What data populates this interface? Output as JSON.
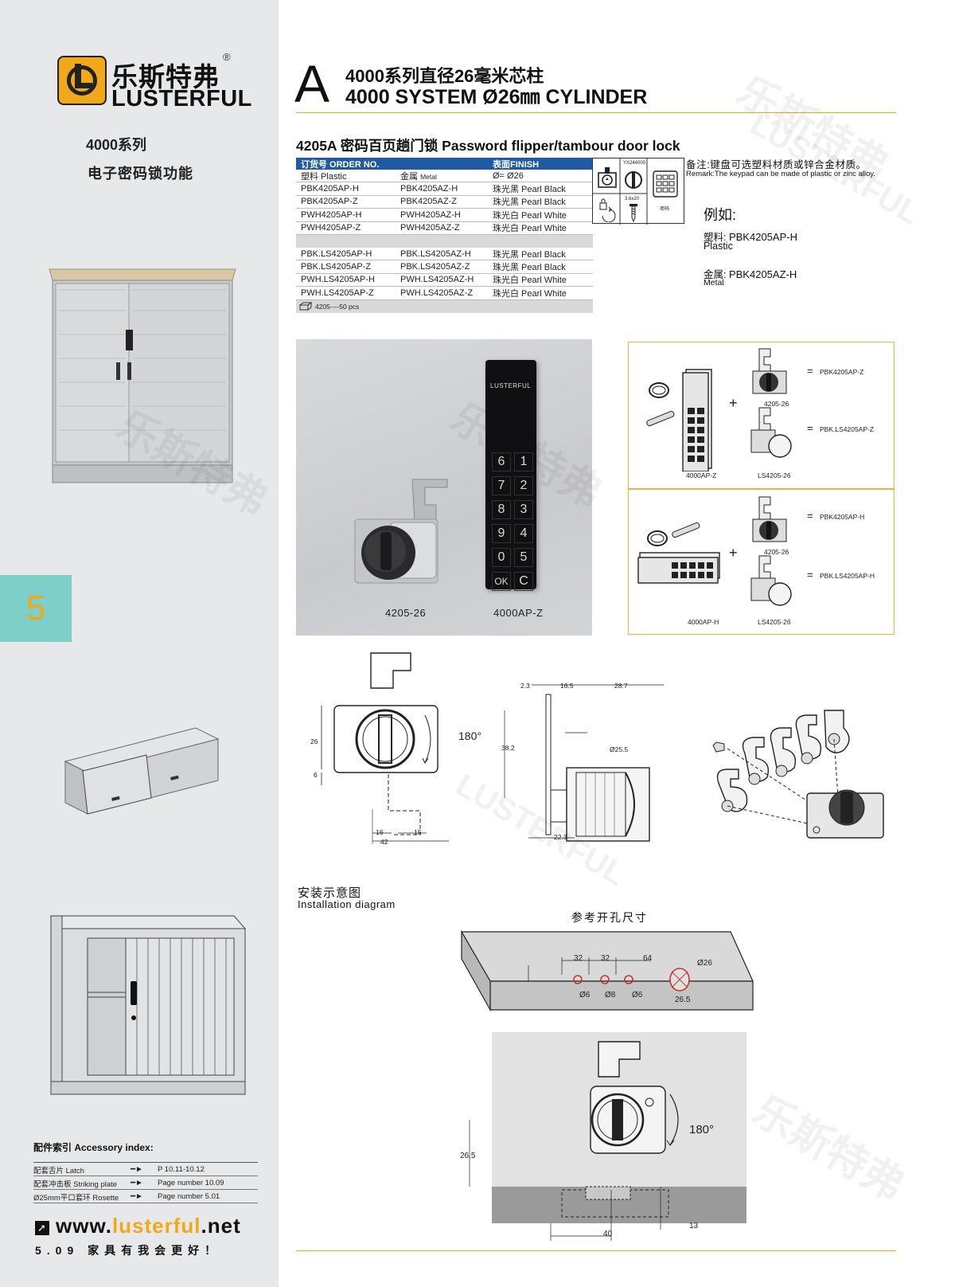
{
  "brand": {
    "name_cn": "乐斯特弗",
    "name_en": "LUSTERFUL",
    "reg": "®"
  },
  "sidebar": {
    "series": "4000系列",
    "feature": "电子密码锁功能",
    "chapter": "5",
    "accessory_title": "配件索引 Accessory index:",
    "accessories": [
      {
        "item": "配套舌片 Latch",
        "page": "P 10.11-10.12"
      },
      {
        "item": "配套冲击板 Striking plate",
        "page": "Page number 10.09"
      },
      {
        "item": "Ø25mm平口套环 Rosette",
        "page": "Page number 5.01"
      }
    ],
    "website_prefix": "www.",
    "website_domain": "lusterful",
    "website_suffix": ".net",
    "page_footer": "5.09 家具有我会更好！"
  },
  "header": {
    "letter": "A",
    "title_cn": "4000系列直径26毫米芯柱",
    "title_en": "4000 SYSTEM Ø26㎜ CYLINDER"
  },
  "product": {
    "title": "4205A 密码百页趟门锁   Password flipper/tambour door lock",
    "table_head": [
      "订货号 ORDER NO.",
      "",
      "表面FINISH"
    ],
    "material_row": [
      "塑料 Plastic",
      "金属",
      "Metal",
      "Ø=  Ø26"
    ],
    "rows_a": [
      [
        "PBK4205AP-H",
        "PBK4205AZ-H",
        "珠光黑 Pearl Black"
      ],
      [
        "PBK4205AP-Z",
        "PBK4205AZ-Z",
        "珠光黑 Pearl Black"
      ],
      [
        "PWH4205AP-H",
        "PWH4205AZ-H",
        "珠光白 Pearl  White"
      ],
      [
        "PWH4205AP-Z",
        "PWH4205AZ-Z",
        "珠光白 Pearl  White"
      ]
    ],
    "rows_b": [
      [
        "PBK.LS4205AP-H",
        "PBK.LS4205AZ-H",
        "珠光黑 Pearl Black"
      ],
      [
        "PBK.LS4205AP-Z",
        "PBK.LS4205AZ-Z",
        "珠光黑 Pearl Black"
      ],
      [
        "PWH.LS4205AP-H",
        "PWH.LS4205AZ-H",
        "珠光白 Pearl  White"
      ],
      [
        "PWH.LS4205AP-Z",
        "PWH.LS4205AZ-Z",
        "珠光白 Pearl  White"
      ]
    ],
    "packing": "4205----50 pcs",
    "icon_labels": [
      "YX244000",
      "3.6x20",
      "密码"
    ],
    "remark_cn": "备注:键盘可选塑料材质或锌合金材质。",
    "remark_en": "Remark:The keypad can be made of plastic or zinc alloy.",
    "example_title": "例如:",
    "example_plastic_cn": "塑料:",
    "example_plastic_code": "PBK4205AP-H",
    "example_plastic_en": "Plastic",
    "example_metal_cn": "金属:",
    "example_metal_code": "PBK4205AZ-H",
    "example_metal_en": "Metal"
  },
  "photo": {
    "brand": "LUSTERFUL",
    "keys": [
      "6",
      "1",
      "7",
      "2",
      "8",
      "3",
      "9",
      "4",
      "0",
      "5",
      "OK",
      "C"
    ],
    "label_cyl": "4205-26",
    "label_pad": "4000AP-Z"
  },
  "combo": {
    "top": {
      "pad": "4000AP-Z",
      "cyl1": "4205-26",
      "cyl2": "LS4205-26",
      "res1": "PBK4205AP-Z",
      "res2": "PBK.LS4205AP-Z"
    },
    "bottom": {
      "pad": "4000AP-H",
      "cyl1": "4205-26",
      "cyl2": "LS4205-26",
      "res1": "PBK4205AP-H",
      "res2": "PBK.LS4205AP-H"
    },
    "eq": "=",
    "plus": "+"
  },
  "drawing": {
    "front": {
      "d26": "26",
      "d6": "6",
      "d16": "16",
      "d15": "15",
      "d42": "42",
      "rot": "180°"
    },
    "side": {
      "d23": "2.3",
      "d165": "16.5",
      "d287": "28.7",
      "d382": "38.2",
      "d255": "Ø25.5",
      "d223": "22.3"
    }
  },
  "install": {
    "title_cn": "安装示意图",
    "title_en": "Installation diagram",
    "ref_cn": "参考开孔尺寸",
    "holes": {
      "s1": "32",
      "s2": "32",
      "s3": "64",
      "h1": "Ø6",
      "h2": "Ø8",
      "h3": "Ø6",
      "big": "Ø26",
      "big_off": "26.5"
    },
    "mount": {
      "rot": "180°",
      "h": "26.5",
      "w": "40",
      "t": "13"
    }
  },
  "watermark": {
    "cn": "乐斯特弗",
    "en": "LUSTERFUL"
  },
  "colors": {
    "accent": "#f0a81c",
    "table_head": "#1f5aa3",
    "chapter_bg": "#7dcfc8",
    "sidebar_bg": "#e7e8e9"
  }
}
